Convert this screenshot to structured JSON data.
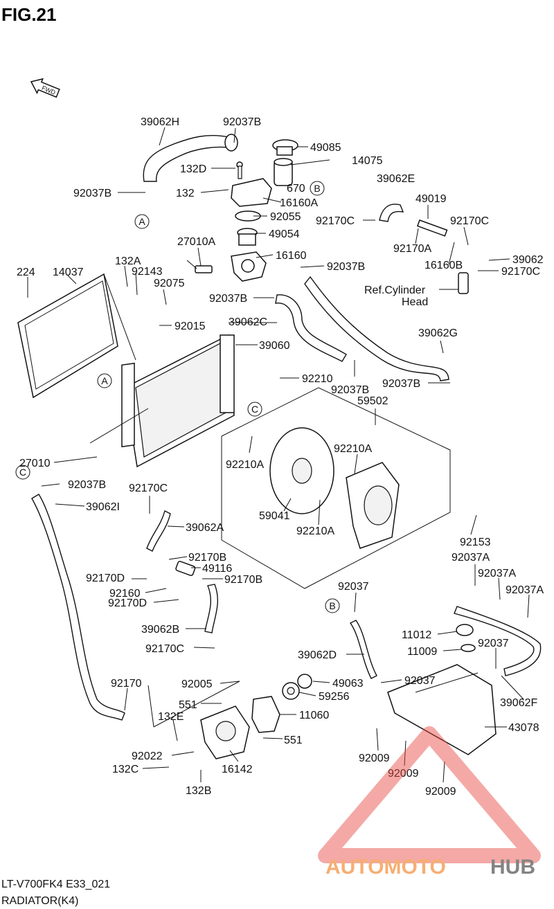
{
  "figure_title": "FIG.21",
  "fwd_label": "FWD",
  "footer": {
    "code": "LT-V700FK4 E33_021",
    "name": "RADIATOR(K4)"
  },
  "watermark": {
    "part1": "AUTOMOTO",
    "part2": "HUB",
    "color1": "#f5a05a",
    "color2": "#6e6e6e",
    "triangle_color": "#e8473f"
  },
  "ref_markers": {
    "a": "A",
    "b": "B",
    "c": "C"
  },
  "labels": {
    "p39062H": "39062H",
    "p92037B_top": "92037B",
    "p49085": "49085",
    "p14075": "14075",
    "p132D": "132D",
    "p92037B_left": "92037B",
    "p132": "132",
    "p670": "670",
    "p16160A": "16160A",
    "p92055": "92055",
    "p49054": "49054",
    "p39062E": "39062E",
    "p49019": "49019",
    "p92170C_a": "92170C",
    "p92170C_b": "92170C",
    "p92170A": "92170A",
    "p16160B": "16160B",
    "p39062": "39062",
    "p92170C_c": "92170C",
    "pRefCyl1": "Ref.Cylinder",
    "pRefCyl2": "Head",
    "p27010A": "27010A",
    "p16160": "16160",
    "p92037B_mid": "92037B",
    "p224": "224",
    "p14037": "14037",
    "p132A": "132A",
    "p92143": "92143",
    "p92075": "92075",
    "p92037B_c": "92037B",
    "p39062C": "39062C",
    "p39062G": "39062G",
    "p92015": "92015",
    "p39060": "39060",
    "p92210": "92210",
    "p92037B_g1": "92037B",
    "p92037B_g2": "92037B",
    "p59502": "59502",
    "p92210A_1": "92210A",
    "p92210A_2": "92210A",
    "p27010": "27010",
    "p92037B_lo": "92037B",
    "p39062I": "39062I",
    "p92170C_lo": "92170C",
    "p39062A": "39062A",
    "p59041": "59041",
    "p92210A_3": "92210A",
    "p92153": "92153",
    "p92170B_1": "92170B",
    "p49116": "49116",
    "p92170D_1": "92170D",
    "p92170B_2": "92170B",
    "p92160": "92160",
    "p92170D_2": "92170D",
    "p92037A_1": "92037A",
    "p92037A_2": "92037A",
    "p92037A_3": "92037A",
    "p92037_1": "92037",
    "p39062B": "39062B",
    "p11012": "11012",
    "p92037_2": "92037",
    "p92170C_lo2": "92170C",
    "p11009": "11009",
    "p39062D": "39062D",
    "p92170": "92170",
    "p92005": "92005",
    "p49063": "49063",
    "p92037_3": "92037",
    "p551_1": "551",
    "p59256": "59256",
    "p11060": "11060",
    "p39062F": "39062F",
    "p132E": "132E",
    "p551_2": "551",
    "p43078": "43078",
    "p92022": "92022",
    "p92009_1": "92009",
    "p132C": "132C",
    "p16142": "16142",
    "p92009_2": "92009",
    "p92009_3": "92009",
    "p132B": "132B"
  }
}
